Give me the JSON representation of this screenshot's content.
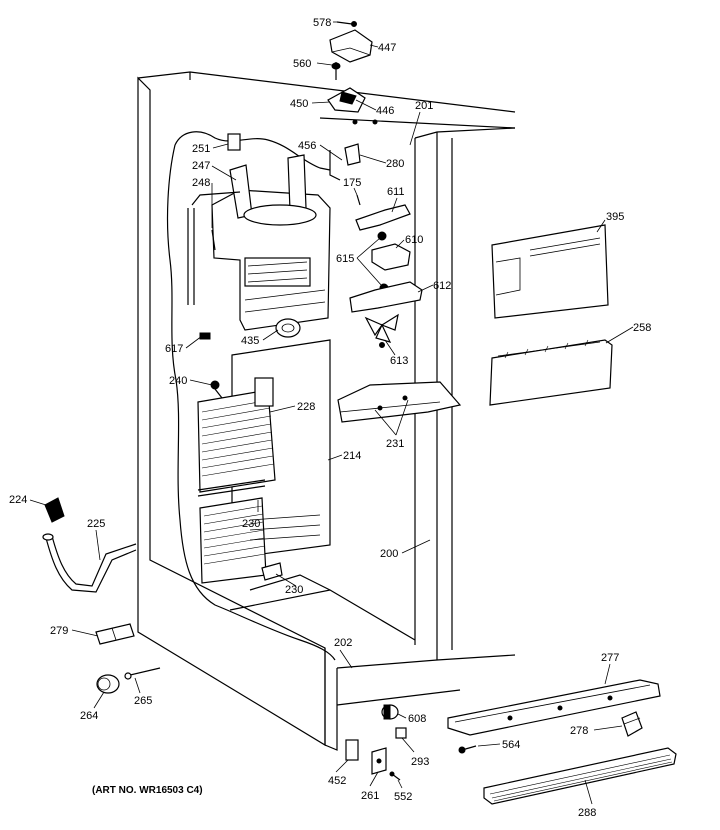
{
  "diagram": {
    "art_number": "(ART NO. WR16503 C4)",
    "callouts": [
      {
        "id": "578",
        "label": "578"
      },
      {
        "id": "447",
        "label": "447"
      },
      {
        "id": "560",
        "label": "560"
      },
      {
        "id": "450",
        "label": "450"
      },
      {
        "id": "446",
        "label": "446"
      },
      {
        "id": "201",
        "label": "201"
      },
      {
        "id": "456",
        "label": "456"
      },
      {
        "id": "280",
        "label": "280"
      },
      {
        "id": "251",
        "label": "251"
      },
      {
        "id": "247",
        "label": "247"
      },
      {
        "id": "248",
        "label": "248"
      },
      {
        "id": "175",
        "label": "175"
      },
      {
        "id": "611",
        "label": "611"
      },
      {
        "id": "610",
        "label": "610"
      },
      {
        "id": "615",
        "label": "615"
      },
      {
        "id": "612",
        "label": "612"
      },
      {
        "id": "613",
        "label": "613"
      },
      {
        "id": "395",
        "label": "395"
      },
      {
        "id": "258",
        "label": "258"
      },
      {
        "id": "435",
        "label": "435"
      },
      {
        "id": "617",
        "label": "617"
      },
      {
        "id": "240",
        "label": "240"
      },
      {
        "id": "228",
        "label": "228"
      },
      {
        "id": "231",
        "label": "231"
      },
      {
        "id": "214",
        "label": "214"
      },
      {
        "id": "224",
        "label": "224"
      },
      {
        "id": "225",
        "label": "225"
      },
      {
        "id": "230a",
        "label": "230"
      },
      {
        "id": "230b",
        "label": "230"
      },
      {
        "id": "200",
        "label": "200"
      },
      {
        "id": "279",
        "label": "279"
      },
      {
        "id": "202",
        "label": "202"
      },
      {
        "id": "277",
        "label": "277"
      },
      {
        "id": "264",
        "label": "264"
      },
      {
        "id": "265",
        "label": "265"
      },
      {
        "id": "608",
        "label": "608"
      },
      {
        "id": "278",
        "label": "278"
      },
      {
        "id": "564",
        "label": "564"
      },
      {
        "id": "293",
        "label": "293"
      },
      {
        "id": "452",
        "label": "452"
      },
      {
        "id": "261",
        "label": "261"
      },
      {
        "id": "552",
        "label": "552"
      },
      {
        "id": "288",
        "label": "288"
      }
    ]
  }
}
